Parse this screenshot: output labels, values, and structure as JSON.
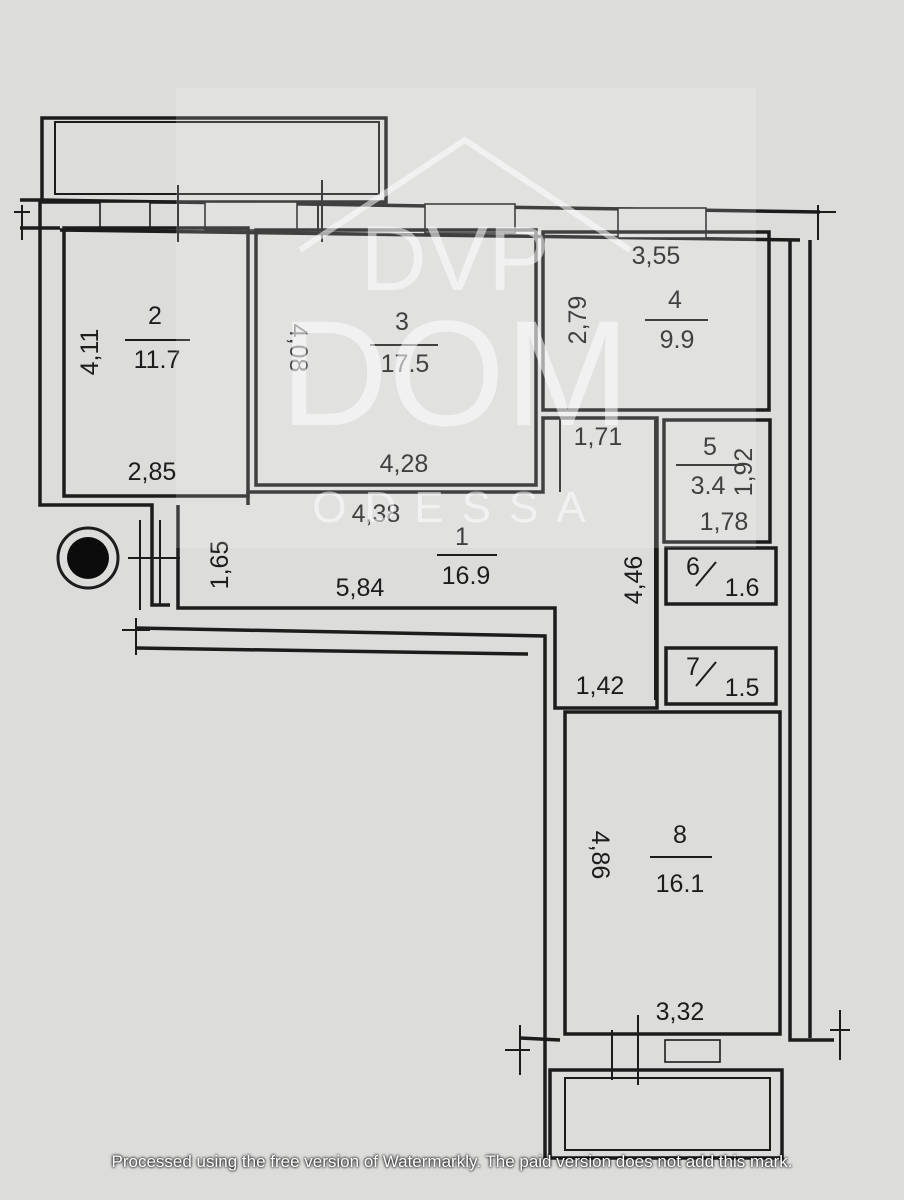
{
  "rooms": [
    {
      "id": "1",
      "number": "1",
      "area": "16.9"
    },
    {
      "id": "2",
      "number": "2",
      "area": "11.7"
    },
    {
      "id": "3",
      "number": "3",
      "area": "17.5"
    },
    {
      "id": "4",
      "number": "4",
      "area": "9.9"
    },
    {
      "id": "5",
      "number": "5",
      "area": "3.4"
    },
    {
      "id": "6",
      "number": "6",
      "area": "1.6"
    },
    {
      "id": "7",
      "number": "7",
      "area": "1.5"
    },
    {
      "id": "8",
      "number": "8",
      "area": "16.1"
    }
  ],
  "dimensions": {
    "room2_height": "4,11",
    "room2_width": "2,85",
    "room3_height": "4,08",
    "room3_width": "4,28",
    "room4_width": "3,55",
    "room4_height": "2,79",
    "room5_width_top": "1,71",
    "room5_height": "1,92",
    "room5_width": "1,78",
    "hall_top_width": "4,38",
    "hall_height": "1,65",
    "hall_width": "5,84",
    "corridor_height": "4,46",
    "corridor_width": "1,42",
    "room8_height": "4,86",
    "room8_width": "3,32"
  },
  "watermark": {
    "brand_top": "DVP",
    "brand_bottom": "DOM",
    "city": "ODESSA"
  },
  "notice": "Processed using the free version of Watermarkly. The paid version does not add this mark."
}
